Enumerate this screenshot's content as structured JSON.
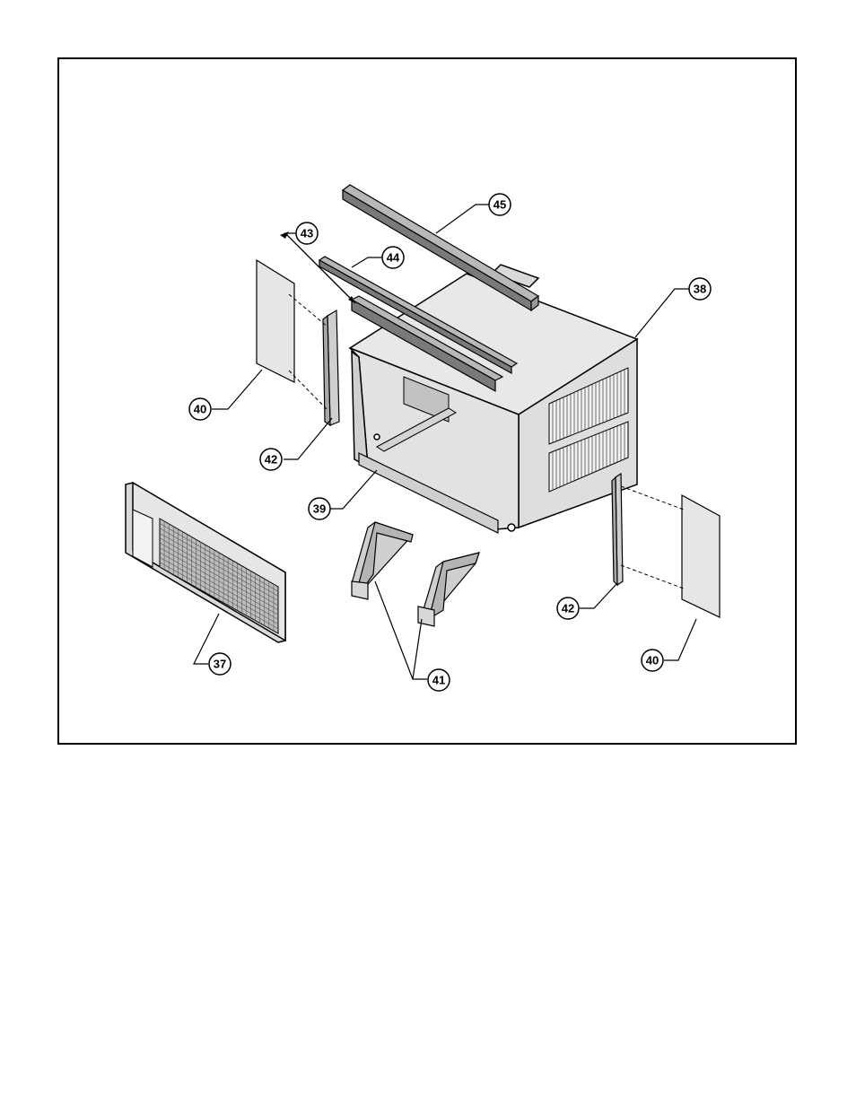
{
  "diagram": {
    "callouts": [
      {
        "id": "c37",
        "label": "37"
      },
      {
        "id": "c38",
        "label": "38"
      },
      {
        "id": "c39",
        "label": "39"
      },
      {
        "id": "c40a",
        "label": "40"
      },
      {
        "id": "c40b",
        "label": "40"
      },
      {
        "id": "c41",
        "label": "41"
      },
      {
        "id": "c42a",
        "label": "42"
      },
      {
        "id": "c42b",
        "label": "42"
      },
      {
        "id": "c43",
        "label": "43"
      },
      {
        "id": "c44",
        "label": "44"
      },
      {
        "id": "c45",
        "label": "45"
      }
    ]
  },
  "colors": {
    "panel": "#e6e6e6",
    "panel_dark": "#c8c8c8",
    "strip": "#8c8c8c",
    "line": "#000000"
  }
}
